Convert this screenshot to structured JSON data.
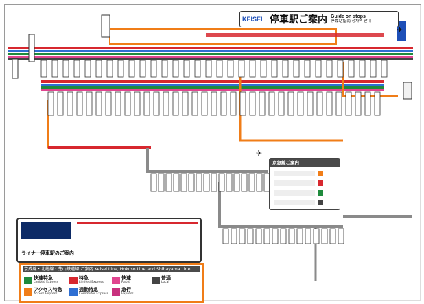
{
  "header": {
    "logo": "KEISEI",
    "title": "停車駅ご案内",
    "subtitle_en": "Guide on stops",
    "subtitle_zh": "停靠站指南",
    "subtitle_ko": "정차역 안내"
  },
  "info_panel": {
    "liner_title": "ライナー停車駅のご案内"
  },
  "guide_panel": {
    "title": "京急線ご案内"
  },
  "legend": {
    "title": "京成線・北総線・芝山鉄道線 ご案内 Keisei Line, Hokuso Line and Shibayama Line",
    "items": [
      {
        "jp": "快速特急",
        "en": "Limited Express",
        "color": "#1f8a3c"
      },
      {
        "jp": "特急",
        "en": "Limited Express",
        "color": "#d7282f"
      },
      {
        "jp": "快速",
        "en": "Rapid",
        "color": "#e0458f"
      },
      {
        "jp": "普通",
        "en": "Local",
        "color": "#444444"
      },
      {
        "jp": "アクセス特急",
        "en": "Access Express",
        "color": "#f07d18"
      },
      {
        "jp": "通勤特急",
        "en": "Commuter Express",
        "color": "#2e6fd3"
      },
      {
        "jp": "急行",
        "en": "Express",
        "color": "#c8317e"
      }
    ]
  },
  "icons": [
    "airplane-icon",
    "airplane-icon",
    "airplane-icon"
  ],
  "colors": {
    "legend_border": "#f07d18",
    "keisei_blue": "#1d4fb8",
    "main_line_red": "#d7282f",
    "main_line_blue": "#2e6fd3",
    "access_orange": "#f07d18",
    "keikyu_gray": "#8a8a8a"
  }
}
